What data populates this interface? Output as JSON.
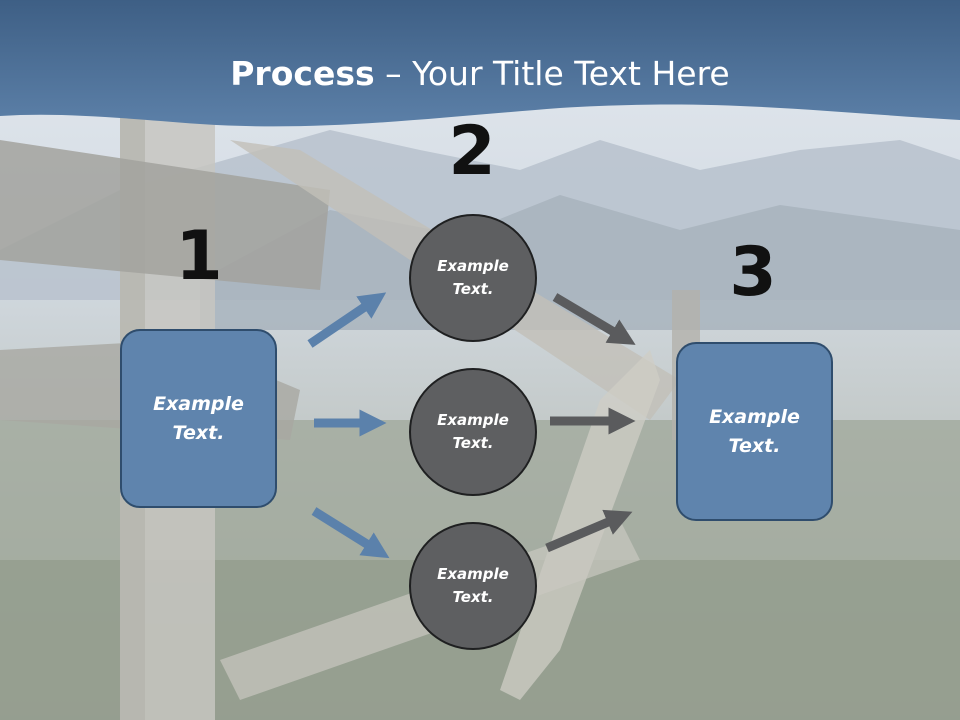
{
  "title": {
    "bold": "Process",
    "rest": " – Your Title Text Here"
  },
  "steps": {
    "one": "1",
    "two": "2",
    "three": "3"
  },
  "left_box": {
    "text": "Example Text."
  },
  "right_box": {
    "text": "Example Text."
  },
  "circles": [
    {
      "text": "Example Text."
    },
    {
      "text": "Example Text."
    },
    {
      "text": "Example Text."
    }
  ],
  "colors": {
    "header": "#4d7096",
    "box_fill": "#5f84ad",
    "circle_fill": "#5e5f61",
    "blue_arrow": "#5b81ab",
    "gray_arrow": "#5a5b5d"
  }
}
